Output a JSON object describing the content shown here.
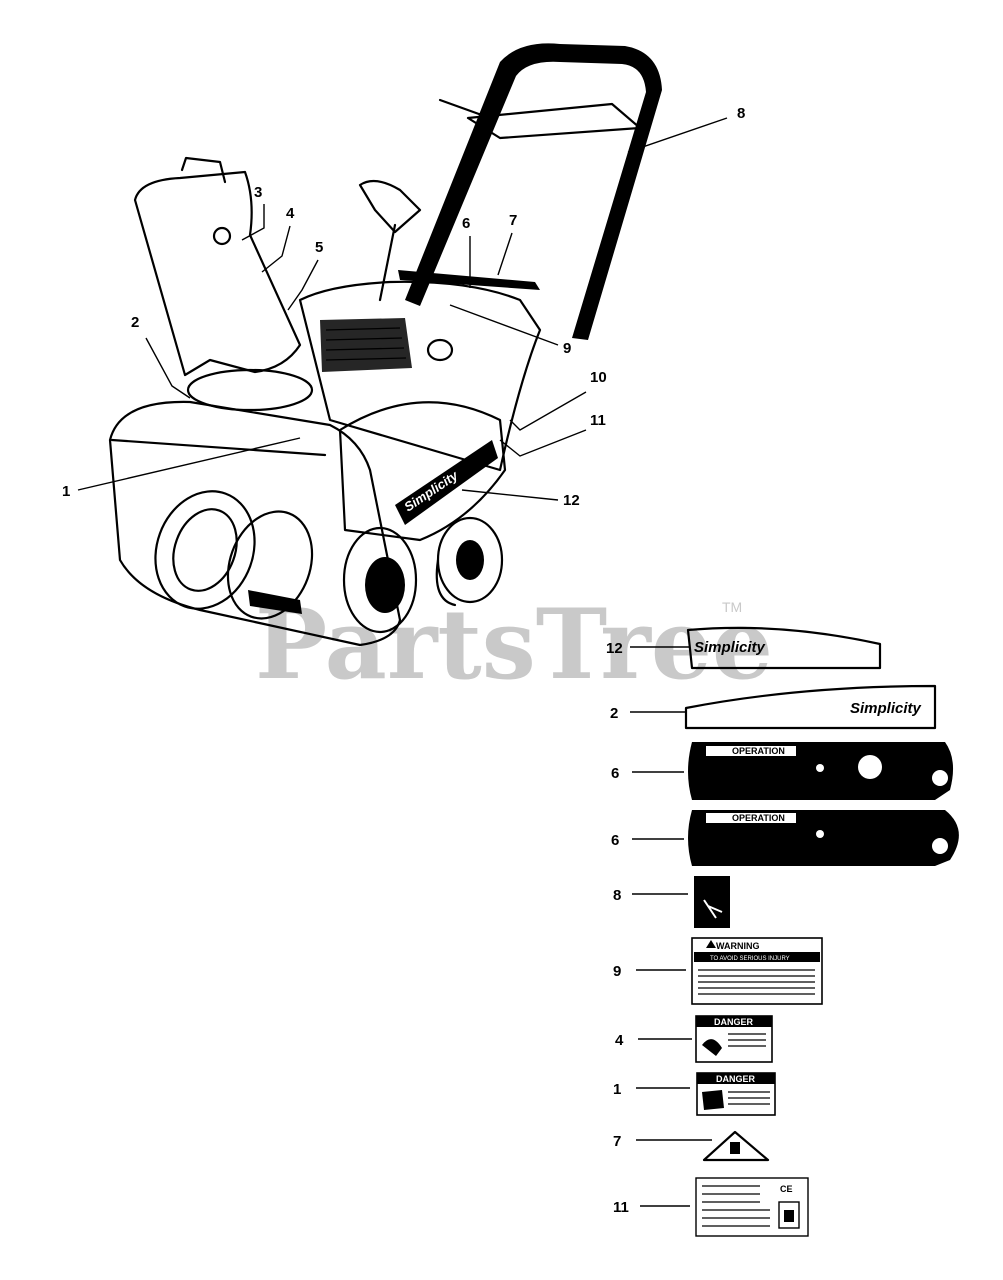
{
  "watermark": {
    "text": "PartsTree",
    "tm": "TM"
  },
  "brand": "Simplicity",
  "callouts_main": [
    "1",
    "2",
    "3",
    "4",
    "5",
    "6",
    "7",
    "8",
    "9",
    "10",
    "11",
    "12"
  ],
  "decal_rows": [
    {
      "num": "12"
    },
    {
      "num": "2"
    },
    {
      "num": "6"
    },
    {
      "num": "6"
    },
    {
      "num": "8"
    },
    {
      "num": "9"
    },
    {
      "num": "4"
    },
    {
      "num": "1"
    },
    {
      "num": "7"
    },
    {
      "num": "11"
    }
  ],
  "decals": {
    "operation": "OPERATION",
    "warning_title": "WARNING",
    "warning_sub": "TO AVOID SERIOUS INJURY",
    "danger": "DANGER",
    "ce": "CE"
  }
}
